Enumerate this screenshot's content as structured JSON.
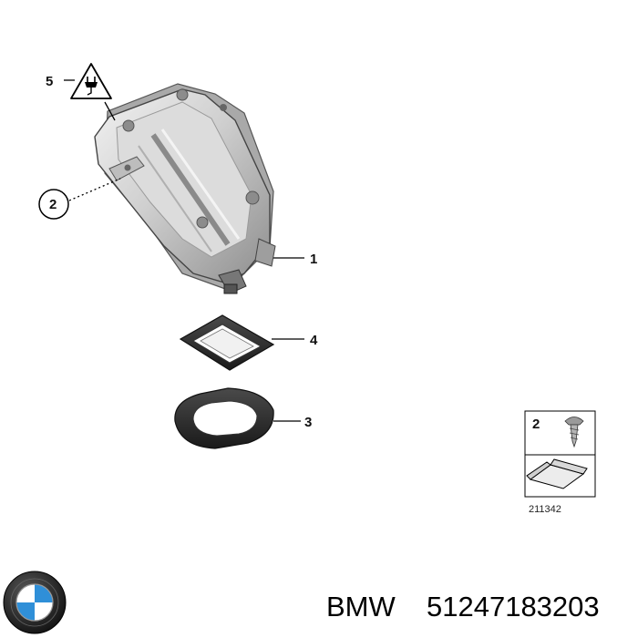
{
  "callouts": {
    "housing": "1",
    "screw": "2",
    "gasket_lower": "3",
    "gasket_upper": "4",
    "warning": "5"
  },
  "legend_box": {
    "screw_label": "2",
    "reference_number": "211342"
  },
  "footer": {
    "brand": "BMW",
    "part_number": "51247183203"
  },
  "icons": {
    "warning": "high-voltage-plug-warning-icon",
    "logo": "bmw-logo",
    "screw": "screw-icon",
    "part_shape": "part-shape-icon"
  },
  "colors": {
    "metal_light": "#e4e4e4",
    "metal_mid": "#b9b9b9",
    "metal_dark": "#7a7a7a",
    "rubber": "#2b2b2b",
    "bmw_blue": "#2f8fd8",
    "line": "#000000"
  }
}
